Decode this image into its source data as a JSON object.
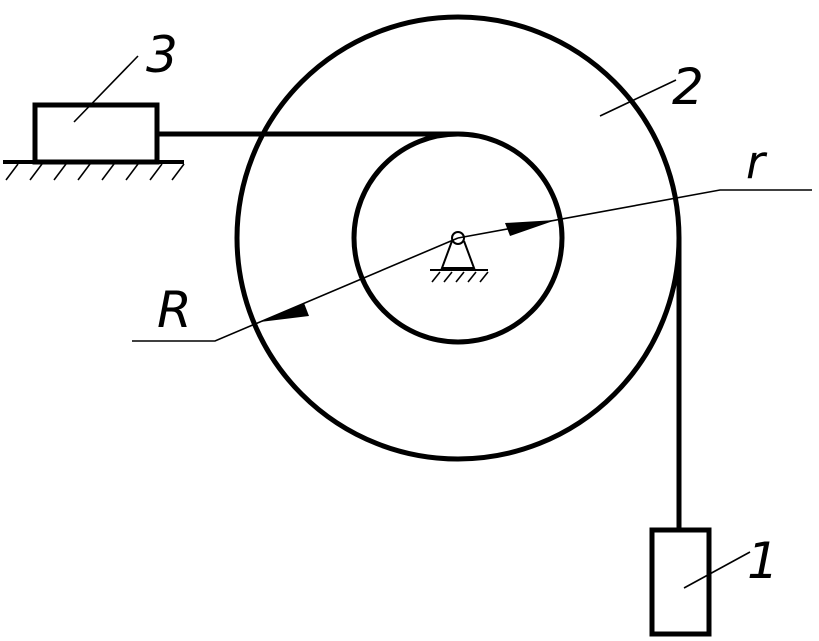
{
  "labels": {
    "wheel": "2",
    "hanging_weight": "1",
    "block": "3",
    "outer_radius": "R",
    "inner_radius": "r"
  },
  "colors": {
    "stroke": "#000000",
    "background": "#ffffff"
  }
}
